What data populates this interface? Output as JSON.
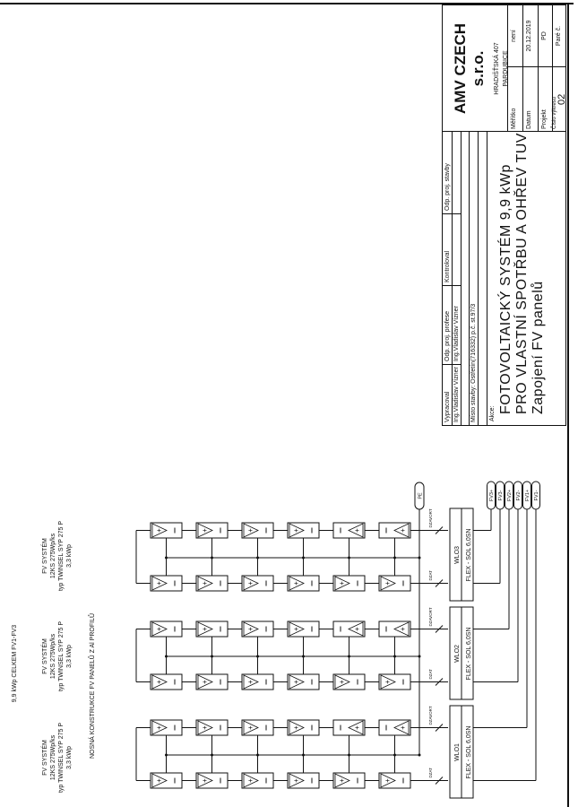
{
  "header": {
    "total": "9,9 kWp CELKEM FV1-FV3",
    "construction": "NOSNÁ KONSTRUKCE FV PANELŮ Z Al PROFILŮ"
  },
  "groups": [
    {
      "line1": "FV SYSTÉM",
      "line2": "12KS  275Wp/ks",
      "line3": "typ TWINSEL SYP 275 P",
      "line4": "3,3 kWp",
      "box_id": "WLO1",
      "box_cable": "FLEX - SOL 6,0SN",
      "breaker_a": "DZAVORT",
      "breaker_b": "DZAT"
    },
    {
      "line1": "FV SYSTÉM",
      "line2": "12KS  275Wp/ks",
      "line3": "typ TWINSEL SYP 275 P",
      "line4": "3,3 kWp",
      "box_id": "WLO2",
      "box_cable": "FLEX - SOL 6,0SN",
      "breaker_a": "DZAVORT",
      "breaker_b": "DZAT"
    },
    {
      "line1": "FV SYSTÉM",
      "line2": "12KS  275Wp/ks",
      "line3": "typ TWINSEL SYP 275 P",
      "line4": "3,3 kWp",
      "box_id": "WLO3",
      "box_cable": "FLEX - SOL 6,0SN",
      "breaker_a": "DZAVORT",
      "breaker_b": "DZAT"
    }
  ],
  "terminals": [
    "FV3+",
    "FV3-",
    "FV2+",
    "FV2-",
    "FV1+",
    "FV1-"
  ],
  "pe_label": "PE",
  "title_block": {
    "headers": [
      "Vypracoval",
      "Odp. proj. profese",
      "Kontroloval",
      "Odp. proj. stavby"
    ],
    "names": [
      "Ing.Vladislav Vízner",
      "Ing.Vladislav Vízner",
      "",
      ""
    ],
    "site": "Místo stavby: Ostřetín(716332) p.č. st.97/3",
    "akce_label": "Akce:",
    "title_lines": [
      "FOTOVOLTAICKÝ SYSTÉM 9,9 kWp",
      "PRO VLASTNÍ SPOTŘBU A OHŘEV TUV",
      "Zapojení FV panelů"
    ],
    "company": "AMV CZECH s.r.o.",
    "address1": "HRADIŠŤSKÁ 407",
    "address2": "PARDUBICE",
    "table": [
      {
        "label": "Měřítko",
        "value": "není"
      },
      {
        "label": "Datum",
        "value": "20.12.2019"
      },
      {
        "label": "Projekt",
        "value": "PD"
      },
      {
        "label": "Číslo výkresu",
        "value": "Paré č.",
        "extra": "02"
      }
    ]
  }
}
